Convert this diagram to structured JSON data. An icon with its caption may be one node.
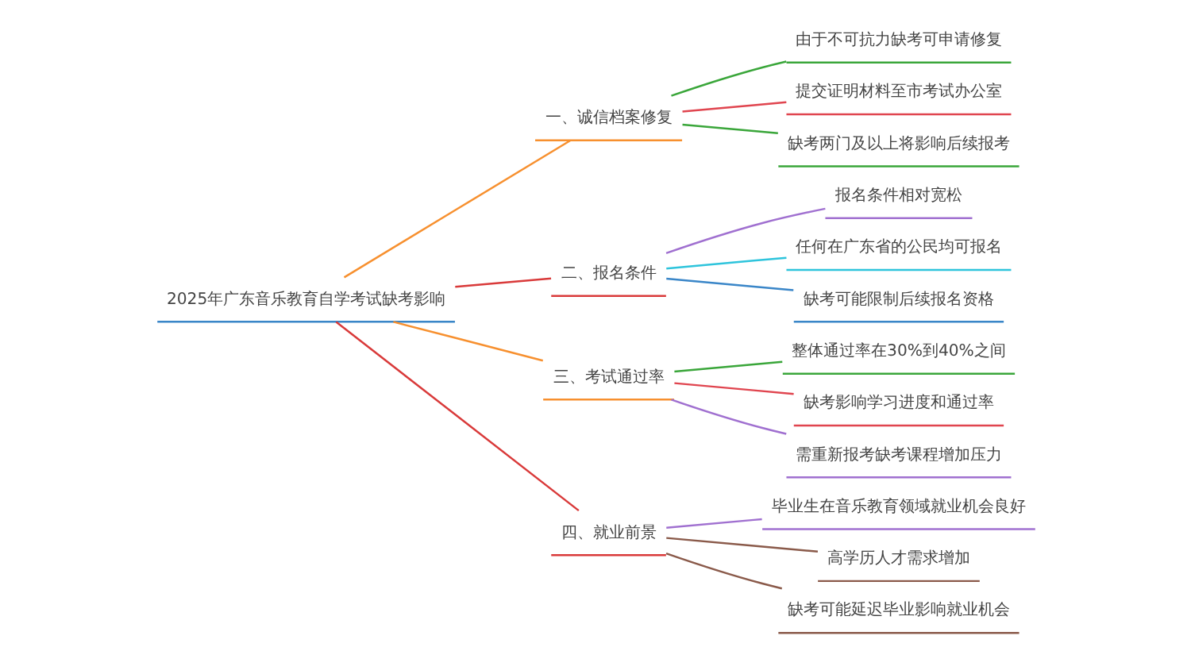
{
  "diagram": {
    "nodes": [
      {
        "text": [
          "2025年广东音乐教育自学考试缺考影响"
        ]
      },
      {
        "text": [
          "一、诚信档案修复"
        ]
      },
      {
        "text": [
          "由于不可抗力缺考可申请修复"
        ]
      },
      {
        "text": [
          "提交证明材料至市考试办公室"
        ]
      },
      {
        "text": [
          "缺考两门及以上将影响后续报考"
        ]
      },
      {
        "text": [
          "二、报名条件"
        ]
      },
      {
        "text": [
          "报名条件相对宽松"
        ]
      },
      {
        "text": [
          "任何在广东省的公民均可报名"
        ]
      },
      {
        "text": [
          "缺考可能限制后续报名资格"
        ]
      },
      {
        "text": [
          "三、考试通过率"
        ]
      },
      {
        "text": [
          "整体通过率在30%到40%之间"
        ]
      },
      {
        "text": [
          "缺考影响学习进度和通过率"
        ]
      },
      {
        "text": [
          "需重新报考缺考课程增加压力"
        ]
      },
      {
        "text": [
          "四、就业前景"
        ]
      },
      {
        "text": [
          "毕业生在音乐教育领域就业机会良好"
        ]
      },
      {
        "text": [
          "高学历人才需求增加"
        ]
      },
      {
        "text": [
          "缺考可能延迟毕业影响就业机会"
        ]
      }
    ],
    "edges": [
      {
        "from": 0,
        "to": 1,
        "arrow": "none",
        "color": "#f7902f"
      },
      {
        "from": 1,
        "to": 2,
        "arrow": "none",
        "color": "#3aa63a"
      },
      {
        "from": 1,
        "to": 3,
        "arrow": "none",
        "color": "#e0454f"
      },
      {
        "from": 1,
        "to": 4,
        "arrow": "none",
        "color": "#3aa63a"
      },
      {
        "from": 0,
        "to": 5,
        "arrow": "none",
        "color": "#d93a3a"
      },
      {
        "from": 5,
        "to": 6,
        "arrow": "none",
        "color": "#a070d0"
      },
      {
        "from": 5,
        "to": 7,
        "arrow": "none",
        "color": "#2ec4dc"
      },
      {
        "from": 5,
        "to": 8,
        "arrow": "none",
        "color": "#3a86c8"
      },
      {
        "from": 0,
        "to": 9,
        "arrow": "none",
        "color": "#f7902f"
      },
      {
        "from": 9,
        "to": 10,
        "arrow": "none",
        "color": "#3aa63a"
      },
      {
        "from": 9,
        "to": 11,
        "arrow": "none",
        "color": "#e0454f"
      },
      {
        "from": 9,
        "to": 12,
        "arrow": "none",
        "color": "#a070d0"
      },
      {
        "from": 0,
        "to": 13,
        "arrow": "none",
        "color": "#d93a3a"
      },
      {
        "from": 13,
        "to": 14,
        "arrow": "none",
        "color": "#a070d0"
      },
      {
        "from": 13,
        "to": 15,
        "arrow": "none",
        "color": "#8a5a4a"
      },
      {
        "from": 13,
        "to": 16,
        "arrow": "none",
        "color": "#8a5a4a"
      }
    ]
  }
}
